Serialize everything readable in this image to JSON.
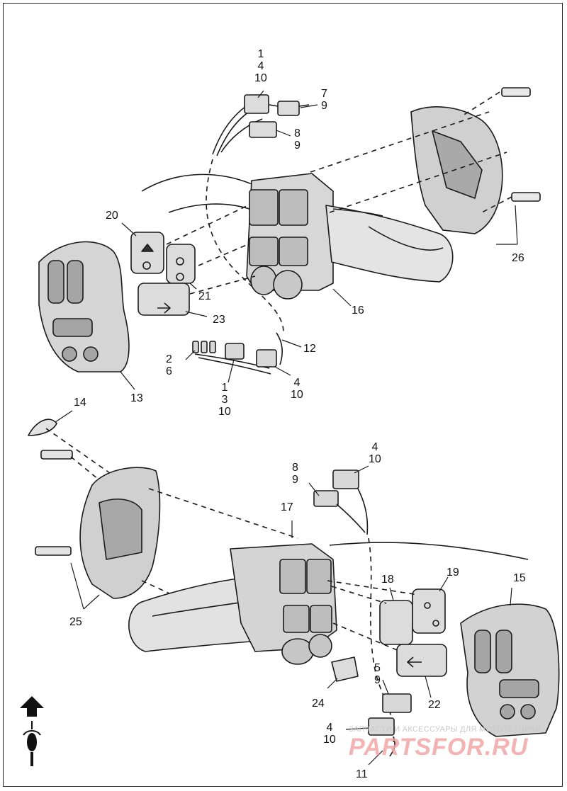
{
  "callouts": {
    "c_1_4_10_top": "1\n4\n10",
    "c_7_9": "7\n9",
    "c_8_9_top": "8\n9",
    "c_20": "20",
    "c_21": "21",
    "c_23": "23",
    "c_16": "16",
    "c_26": "26",
    "c_13": "13",
    "c_12": "12",
    "c_2_6": "2\n6",
    "c_1_3_10": "1\n3\n10",
    "c_4_10_mid": "4\n10",
    "c_14": "14",
    "c_4_10_lower": "4\n10",
    "c_8_9_lower": "8\n9",
    "c_17": "17",
    "c_18": "18",
    "c_19": "19",
    "c_15": "15",
    "c_25": "25",
    "c_5_9": "5\n9",
    "c_22": "22",
    "c_24": "24",
    "c_4_10_bottom": "4\n10",
    "c_11": "11"
  },
  "watermark": {
    "line1": "ЗАПЧАСТИ И АКСЕССУАРЫ ДЛЯ МОТОТЕХНИКИ",
    "line2": "PARTSFOR.RU"
  },
  "icons": [
    "front-direction-arrow-icon",
    "motorcycle-top-view-icon"
  ]
}
